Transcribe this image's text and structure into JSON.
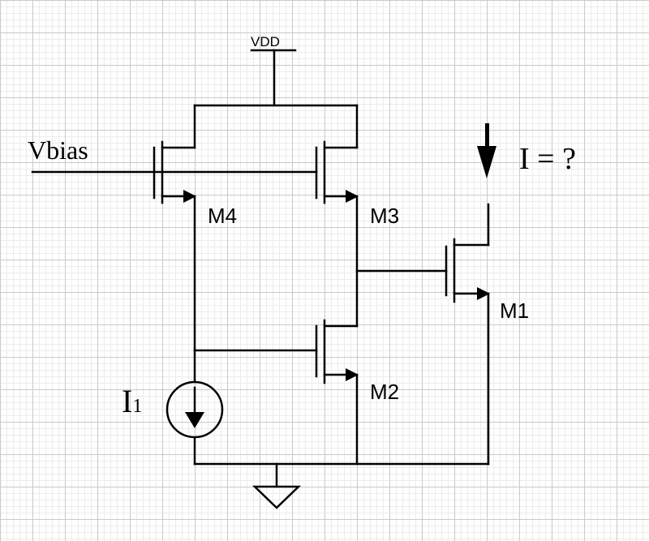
{
  "supply": {
    "label": "VDD"
  },
  "inputs": {
    "bias_label": "Vbias"
  },
  "output": {
    "current_label": "I = ?"
  },
  "current_source": {
    "label_main": "I",
    "label_sub": "1"
  },
  "transistors": {
    "m1": {
      "label": "M1"
    },
    "m2": {
      "label": "M2"
    },
    "m3": {
      "label": "M3"
    },
    "m4": {
      "label": "M4"
    }
  }
}
